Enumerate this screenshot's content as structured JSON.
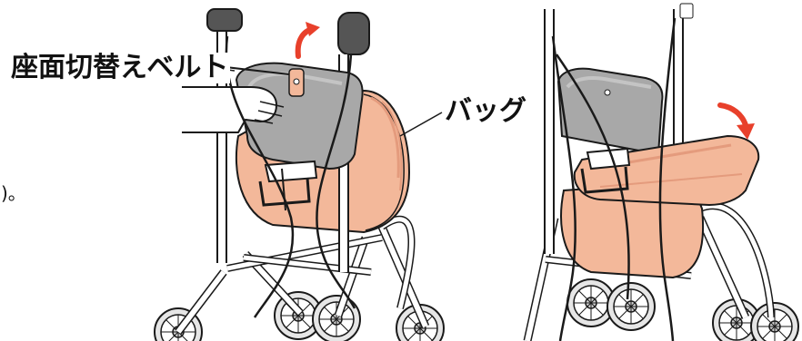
{
  "labels": {
    "seat_belt": "座面切替えベルト",
    "bag": "バッグ",
    "cut_fragment": ")。"
  },
  "colors": {
    "bag": "#f3b89a",
    "bag_shadow": "#e49b7d",
    "seat": "#a8a8a8",
    "seat_light": "#c4c4c4",
    "frame": "#ffffff",
    "outline": "#1a1a1a",
    "arrow": "#e8402b"
  },
  "illustrations": {
    "left": "seat-folded-up-walker",
    "right": "seat-folded-down-walker"
  },
  "arrows": {
    "left": "arrow-up-curved-icon",
    "right": "arrow-down-curved-icon"
  }
}
